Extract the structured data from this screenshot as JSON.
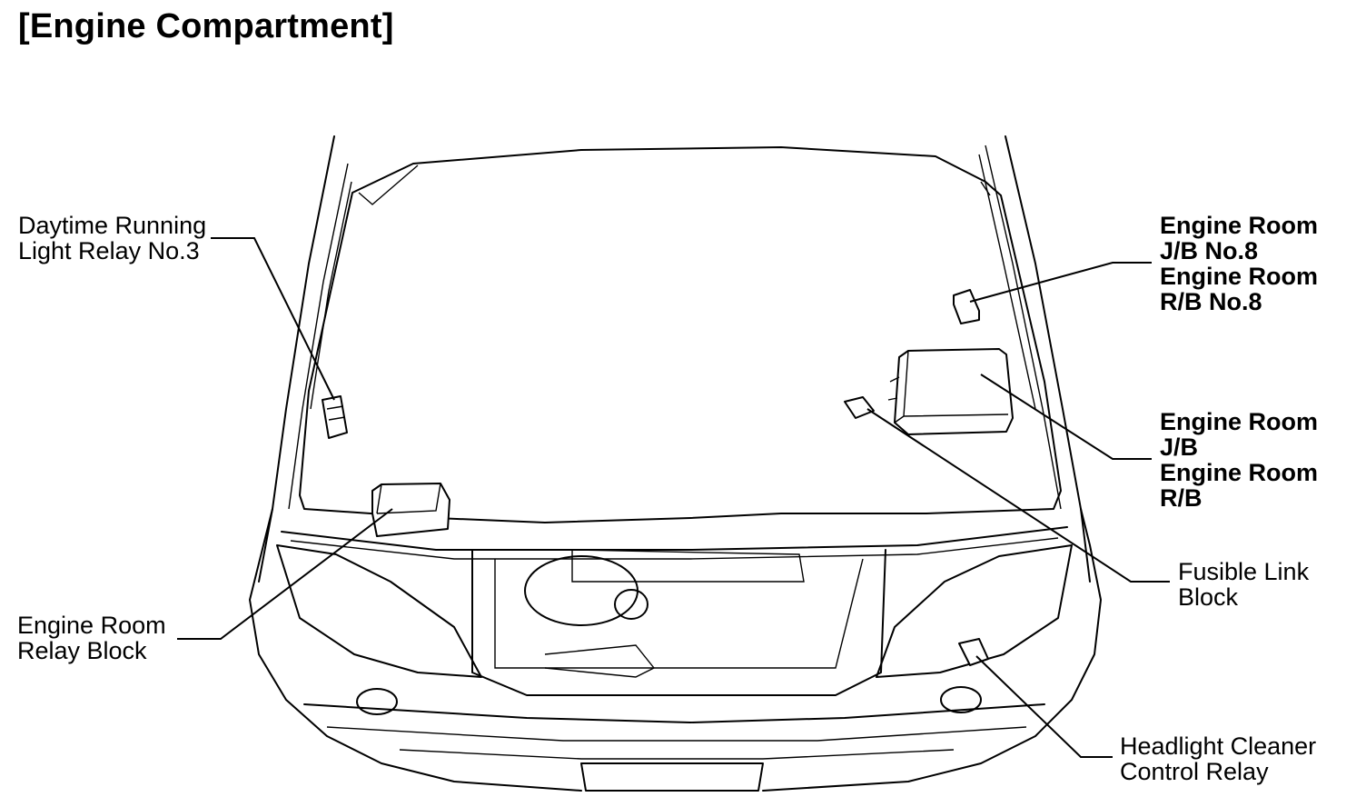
{
  "title": "[Engine Compartment]",
  "labels": {
    "drl_relay": [
      "Daytime Running",
      "Light Relay No.3"
    ],
    "relay_block": [
      "Engine Room",
      "Relay Block"
    ],
    "jb8": [
      "Engine Room",
      "J/B No.8",
      "Engine Room",
      "R/B No.8"
    ],
    "jb": [
      "Engine Room",
      "J/B",
      "Engine Room",
      "R/B"
    ],
    "fusible": [
      "Fusible Link",
      "Block"
    ],
    "headlight": [
      "Headlight Cleaner",
      "Control Relay"
    ]
  }
}
